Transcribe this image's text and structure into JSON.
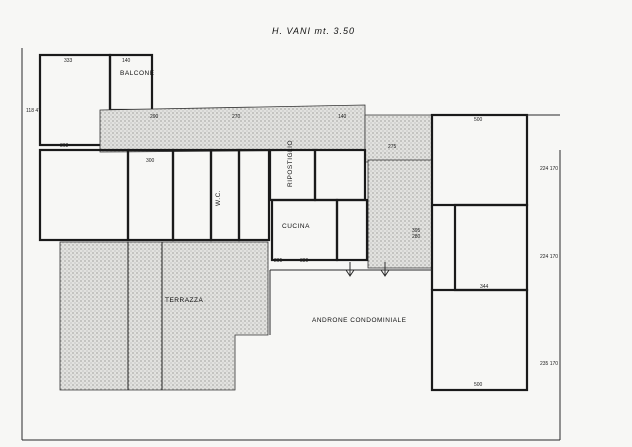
{
  "title": "H. VANI mt. 3.50",
  "rooms": {
    "balcone": "BALCONE",
    "cucina": "CUCINA",
    "terrazza": "TERRAZZA",
    "androne": "ANDRONE CONDOMINIALE",
    "ripostiglio": "RIPOSTIGLIO",
    "wc": "W.C."
  },
  "dimensions": {
    "d_333": "333",
    "d_140": "140",
    "d_368": "368",
    "d_500_top": "500",
    "d_500_bottom": "500",
    "d_118_47": "118 47",
    "d_290": "290",
    "d_270": "270",
    "d_275": "275",
    "d_140b": "140",
    "d_344": "344",
    "d_380": "380",
    "d_395": "395",
    "d_280": "280",
    "d_224_170": "224 170",
    "d_224_170b": "224 170",
    "d_235_170": "235 170",
    "d_295": "295",
    "d_300": "300"
  }
}
